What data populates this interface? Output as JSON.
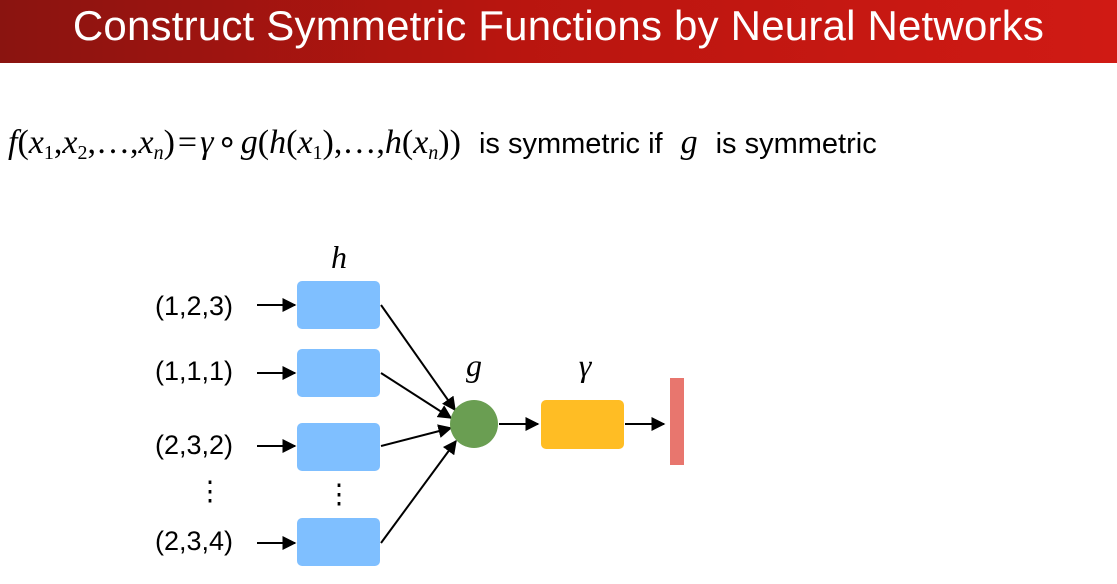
{
  "title": "Construct Symmetric Functions by Neural Networks",
  "formula": {
    "statement_text": "is symmetric if",
    "g_symbol": "g",
    "conclusion_text": "is symmetric"
  },
  "diagram": {
    "h_label": "h",
    "g_label": "g",
    "gamma_label": "γ",
    "inputs": [
      "(1,2,3)",
      "(1,1,1)",
      "(2,3,2)",
      "(2,3,4)"
    ],
    "ellipsis": "⋮",
    "colors": {
      "h_box": "#7fbfff",
      "g_node": "#6a9e52",
      "gamma_box": "#ffbd24",
      "output_bar": "#e8766e"
    }
  }
}
